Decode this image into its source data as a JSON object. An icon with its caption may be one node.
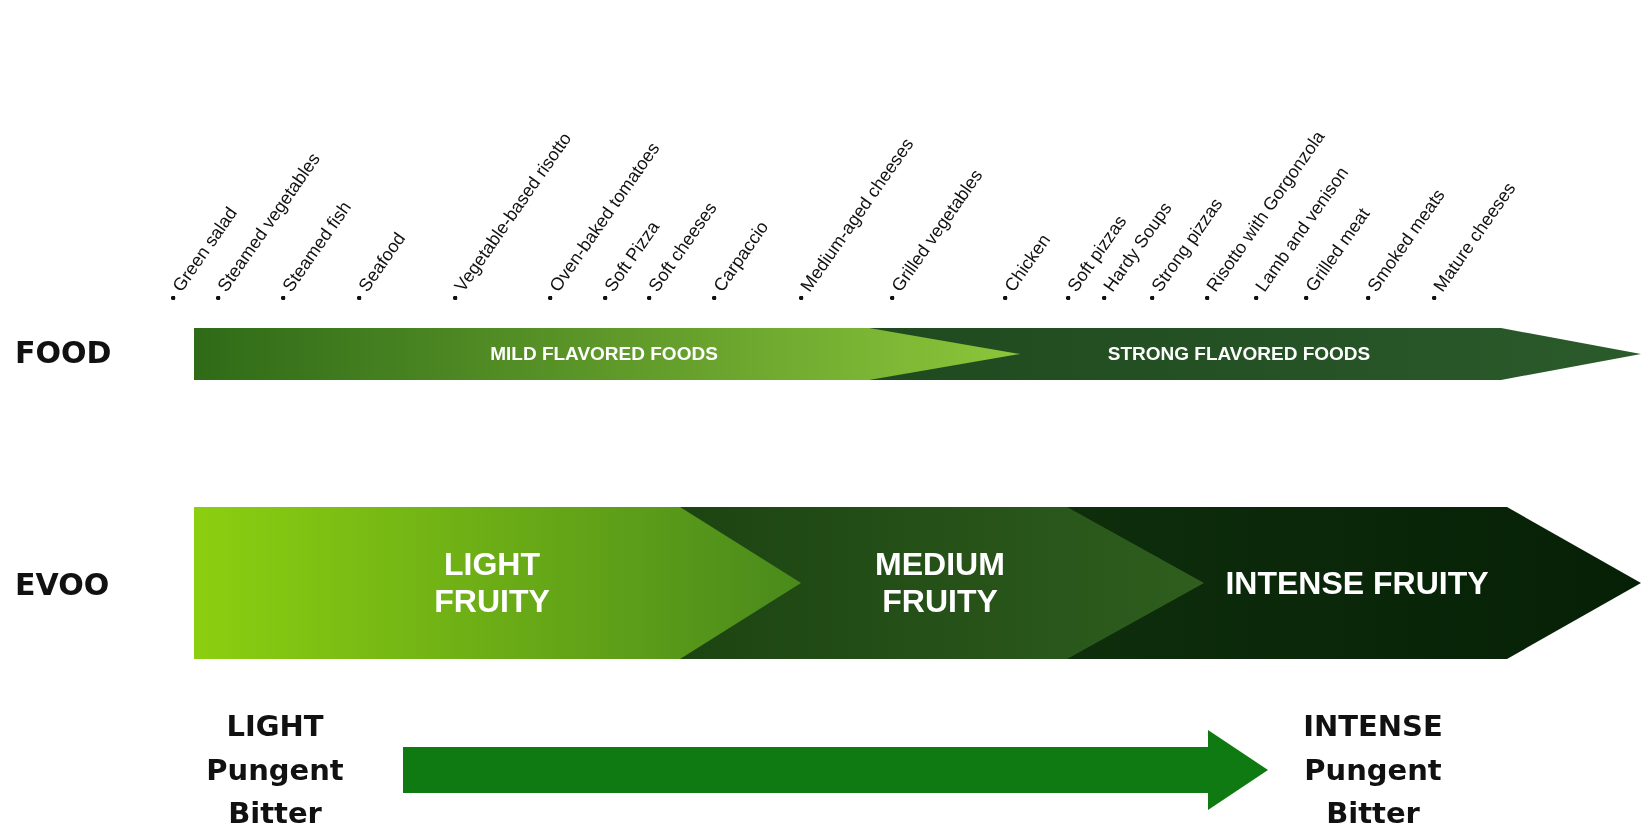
{
  "diagram": {
    "nodes": [
      {
        "text": [
          "STRONG FLAVORED FOODS"
        ]
      },
      {
        "text": [
          "MILD FLAVORED FOODS"
        ]
      },
      {
        "text": [
          "INTENSE FRUITY"
        ]
      },
      {
        "text": [
          "MEDIUM FRUITY"
        ]
      },
      {
        "text": [
          "LIGHT FRUITY"
        ]
      },
      {
        "text": [
          "LIGHT",
          "Pungent Bitter"
        ]
      },
      {
        "text": [
          "INTENSE",
          "Pungent Bitter"
        ]
      }
    ],
    "edges": [
      {
        "from": 5,
        "to": 6,
        "arrow": "to"
      }
    ],
    "labels": [
      "FOOD",
      "EVOO",
      "Green salad",
      "Steamed vegetables",
      "Steamed fish",
      "Seafood",
      "Vegetable-based risotto",
      "Oven-baked tomatoes",
      "Soft Pizza",
      "Soft cheeses",
      "Carpaccio",
      "Medium-aged cheeses",
      "Grilled vegetables",
      "Chicken",
      "Soft pizzas",
      "Hardy Soups",
      "Strong pizzas",
      "Risotto with Gorgonzola",
      "Lamb and venison",
      "Grilled meat",
      "Smoked meats",
      "Mature cheeses"
    ]
  }
}
